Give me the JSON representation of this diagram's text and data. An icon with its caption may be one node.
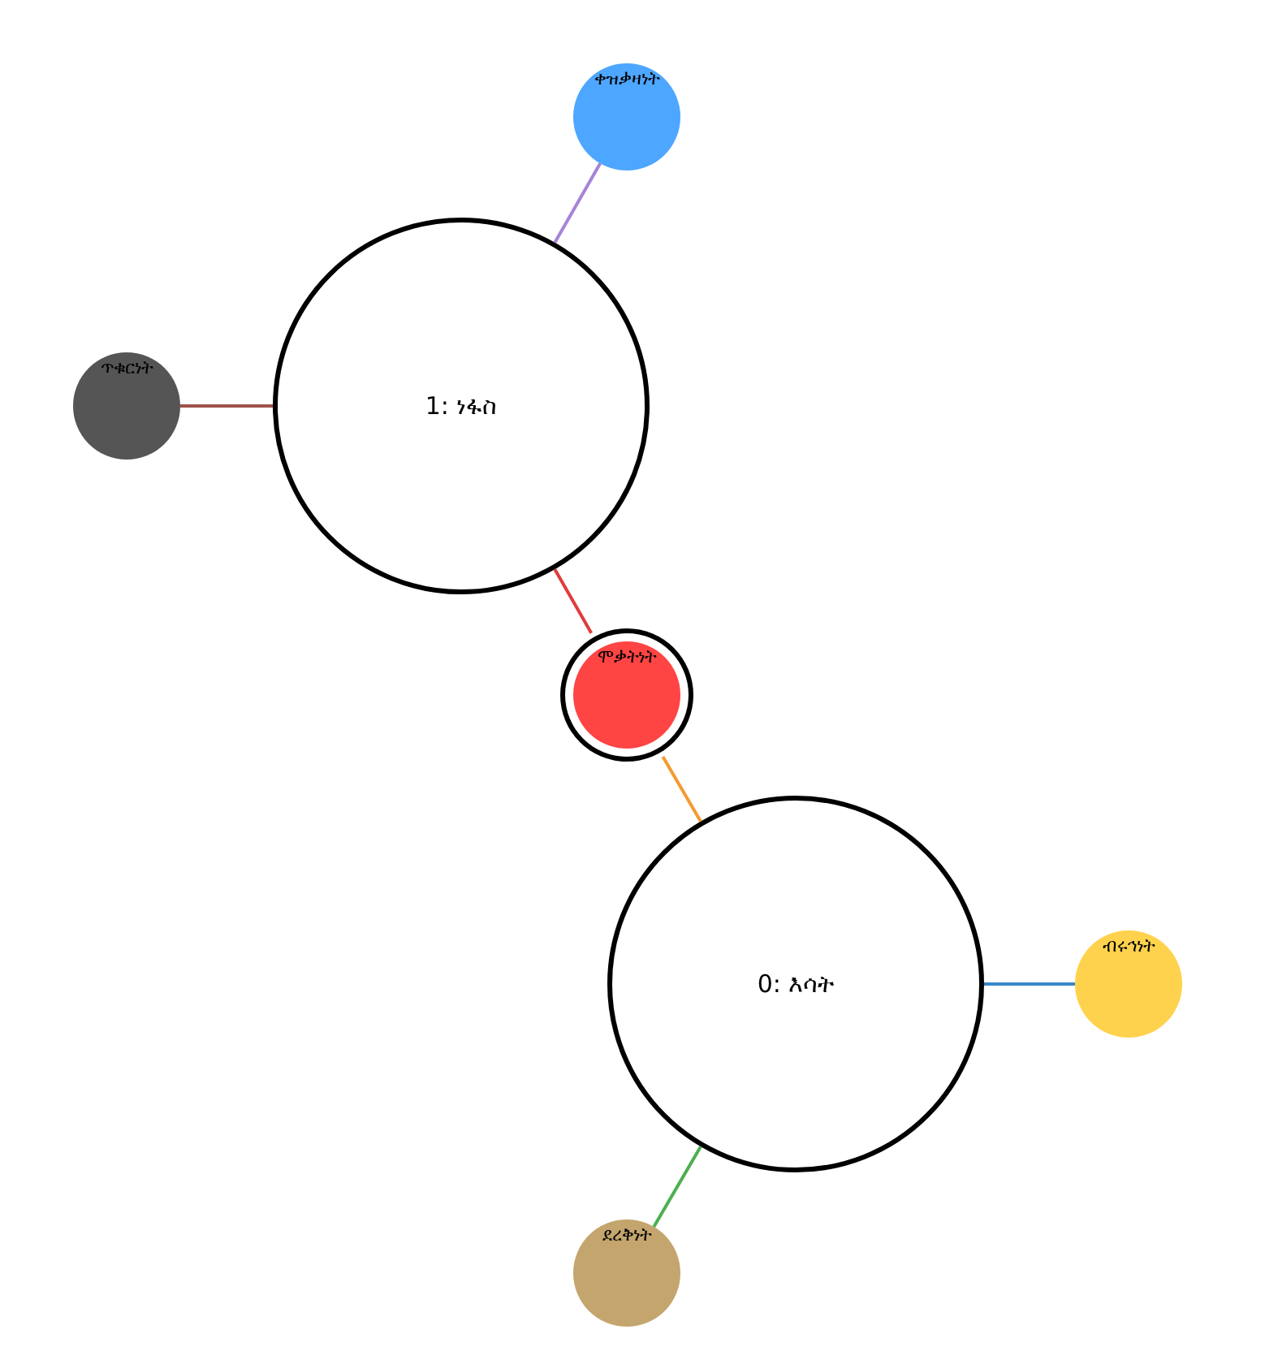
{
  "diagram": {
    "nodes": [
      {
        "text": [
          "1: ነፋስ"
        ]
      },
      {
        "text": [
          "ቀዝቃዛነት"
        ]
      },
      {
        "text": [
          "ጥቁርነት"
        ]
      },
      {
        "text": [
          "ሞቃትነት"
        ]
      },
      {
        "text": [
          "0: እሳት"
        ]
      },
      {
        "text": [
          "ብሩኅነት"
        ]
      },
      {
        "text": [
          "ደረቅነት"
        ]
      }
    ],
    "edges": [
      {
        "from": 0,
        "to": 1,
        "arrow": "none",
        "color": "#a584d8"
      },
      {
        "from": 0,
        "to": 2,
        "arrow": "none",
        "color": "#a0524a"
      },
      {
        "from": 0,
        "to": 3,
        "arrow": "none",
        "color": "#e03c3c"
      },
      {
        "from": 4,
        "to": 3,
        "arrow": "none",
        "color": "#f39a32"
      },
      {
        "from": 4,
        "to": 5,
        "arrow": "none",
        "color": "#3a87c8"
      },
      {
        "from": 4,
        "to": 6,
        "arrow": "none",
        "color": "#4caf50"
      }
    ]
  }
}
